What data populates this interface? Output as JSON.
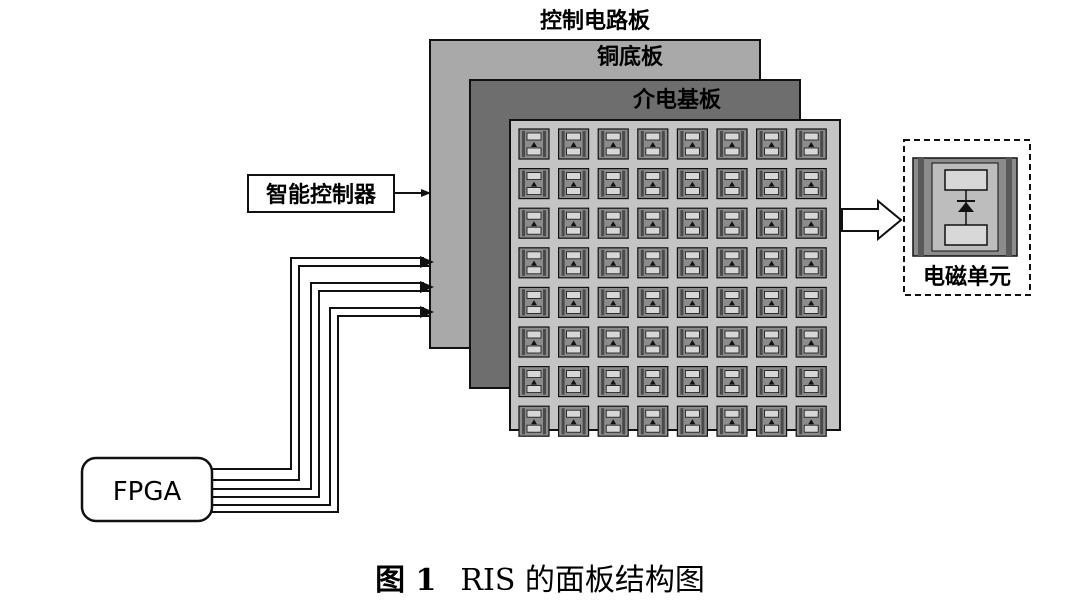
{
  "layers": {
    "control_board": "控制电路板",
    "copper_board": "铜底板",
    "dielectric": "介电基板"
  },
  "controller_label": "智能控制器",
  "fpga_label": "FPGA",
  "unit_label": "电磁单元",
  "caption": {
    "prefix": "图 1",
    "title": "RIS 的面板结构图"
  },
  "grid": {
    "rows": 8,
    "cols": 8
  },
  "colors": {
    "control_board": "#a9a9a9",
    "copper_board": "#6e6e6e",
    "surface": "#c4c4c4",
    "cell_outer": "#8c8c8c",
    "cell_inner": "#d6d6d6"
  }
}
